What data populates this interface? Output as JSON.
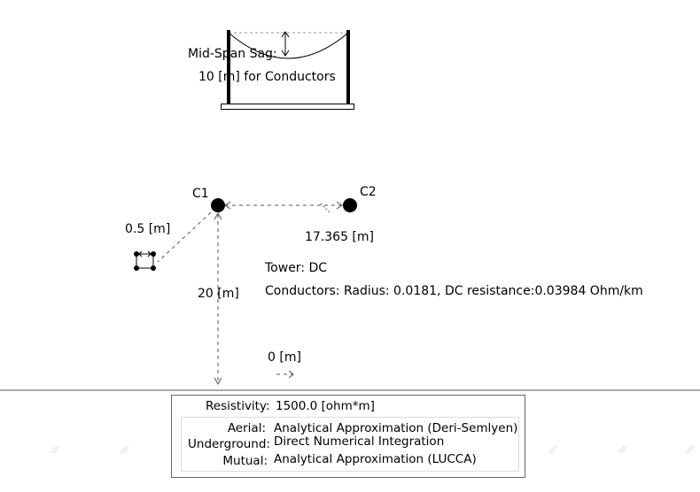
{
  "sag": {
    "label": "Mid-Span Sag:",
    "value": "10 [m] for Conductors"
  },
  "conductors": {
    "c1_label": "C1",
    "c2_label": "C2",
    "spacing": "17.365 [m]",
    "height": "20 [m]",
    "bundle_spacing": "0.5 [m]",
    "offset": "0 [m]"
  },
  "tower": {
    "label": "Tower: DC"
  },
  "conductor_props": {
    "text": "Conductors: Radius: 0.0181, DC resistance:0.03984 Ohm/km"
  },
  "earth": {
    "resistivity_label": "Resistivity:",
    "resistivity_value": "1500.0 [ohm*m]",
    "aerial_label": "Aerial:",
    "aerial_value": "Analytical Approximation (Deri-Semlyen)",
    "underground_label": "Underground:",
    "underground_value": "Direct Numerical Integration",
    "mutual_label": "Mutual:",
    "mutual_value": "Analytical Approximation (LUCCA)"
  }
}
